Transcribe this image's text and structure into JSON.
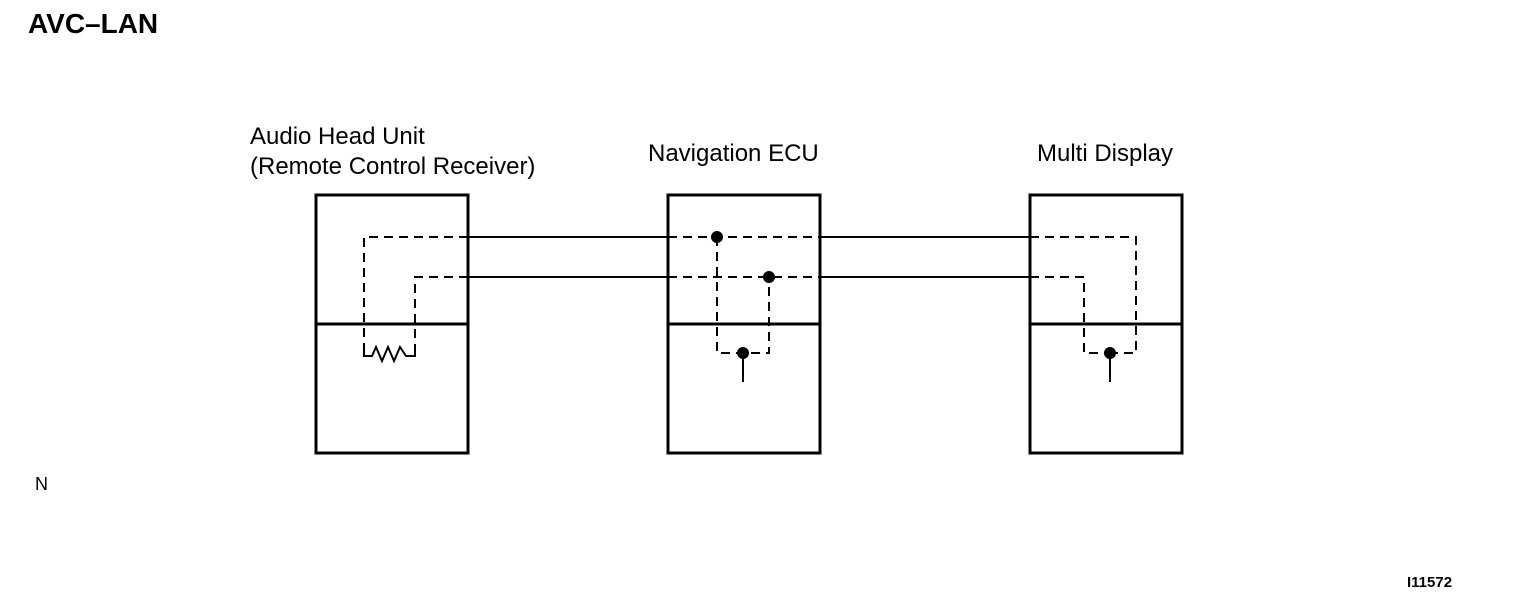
{
  "title": "AVC–LAN",
  "components": {
    "audio_head_unit": {
      "line1": "Audio Head Unit",
      "line2": "(Remote Control Receiver)"
    },
    "navigation_ecu": {
      "label": "Navigation ECU"
    },
    "multi_display": {
      "label": "Multi Display"
    }
  },
  "side_mark": "N",
  "figure_code": "I11572"
}
